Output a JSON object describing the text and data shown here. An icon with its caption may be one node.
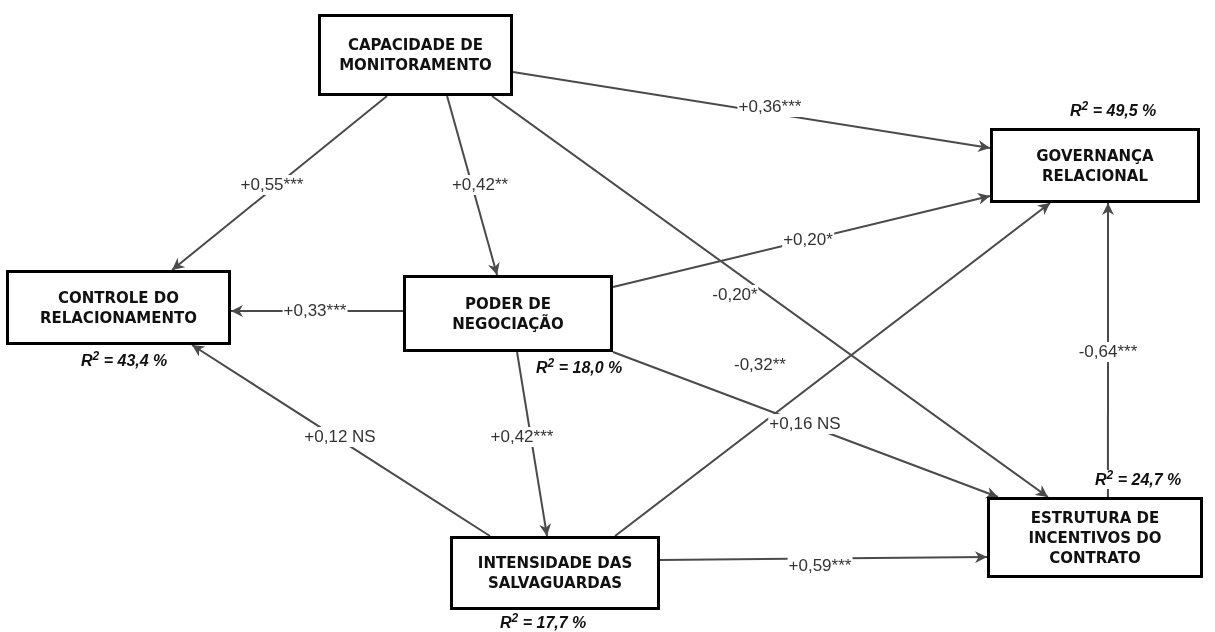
{
  "diagram": {
    "nodes": [
      {
        "text": [
          "CAPACIDADE DE MONITORAMENTO"
        ]
      },
      {
        "text": [
          "GOVERNANÇA RELACIONAL"
        ],
        "beside": [
          "*R*$^{2}$ = 49,5 %"
        ]
      },
      {
        "text": [
          "CONTROLE DO RELACIONAMENTO"
        ],
        "beside": [
          "*R*$^{2}$ = 43,4 %"
        ]
      },
      {
        "text": [
          "PODER DE NEGOCIAÇÃO"
        ],
        "beside": [
          "*R*$^{2}$ = 18,0 %"
        ]
      },
      {
        "text": [
          "INTENSIDADE DAS SALVAGUARDAS"
        ],
        "beside": [
          "*R*$^{2}$ = 17,7 %"
        ]
      },
      {
        "text": [
          "ESTRUTURA DE INCENTIVOS DO CONTRATO"
        ],
        "beside": [
          "*R*$^{2}$ = 24,7 %"
        ]
      }
    ],
    "edges": [
      {
        "from": 0,
        "to": 2,
        "arrow": "to",
        "label": "+0,55***"
      },
      {
        "from": 0,
        "to": 3,
        "arrow": "to",
        "label": "+0,42**"
      },
      {
        "from": 0,
        "to": 1,
        "arrow": "to",
        "label": "+0,36***"
      },
      {
        "from": 0,
        "to": 5,
        "arrow": "to",
        "label": "-0,20*"
      },
      {
        "from": 3,
        "to": 1,
        "arrow": "to",
        "label": "+0,20*"
      },
      {
        "from": 3,
        "to": 2,
        "arrow": "to",
        "label": "+0,33***"
      },
      {
        "from": 3,
        "to": 5,
        "arrow": "to",
        "label": "+0,16 NS"
      },
      {
        "from": 3,
        "to": 4,
        "arrow": "to",
        "label": "+0,42***"
      },
      {
        "from": 4,
        "to": 2,
        "arrow": "to",
        "label": "+0,12 NS"
      },
      {
        "from": 4,
        "to": 1,
        "arrow": "to",
        "label": "-0,32**"
      },
      {
        "from": 4,
        "to": 5,
        "arrow": "to",
        "label": "+0,59***"
      },
      {
        "from": 5,
        "to": 1,
        "arrow": "to",
        "label": "-0,64***"
      }
    ]
  }
}
